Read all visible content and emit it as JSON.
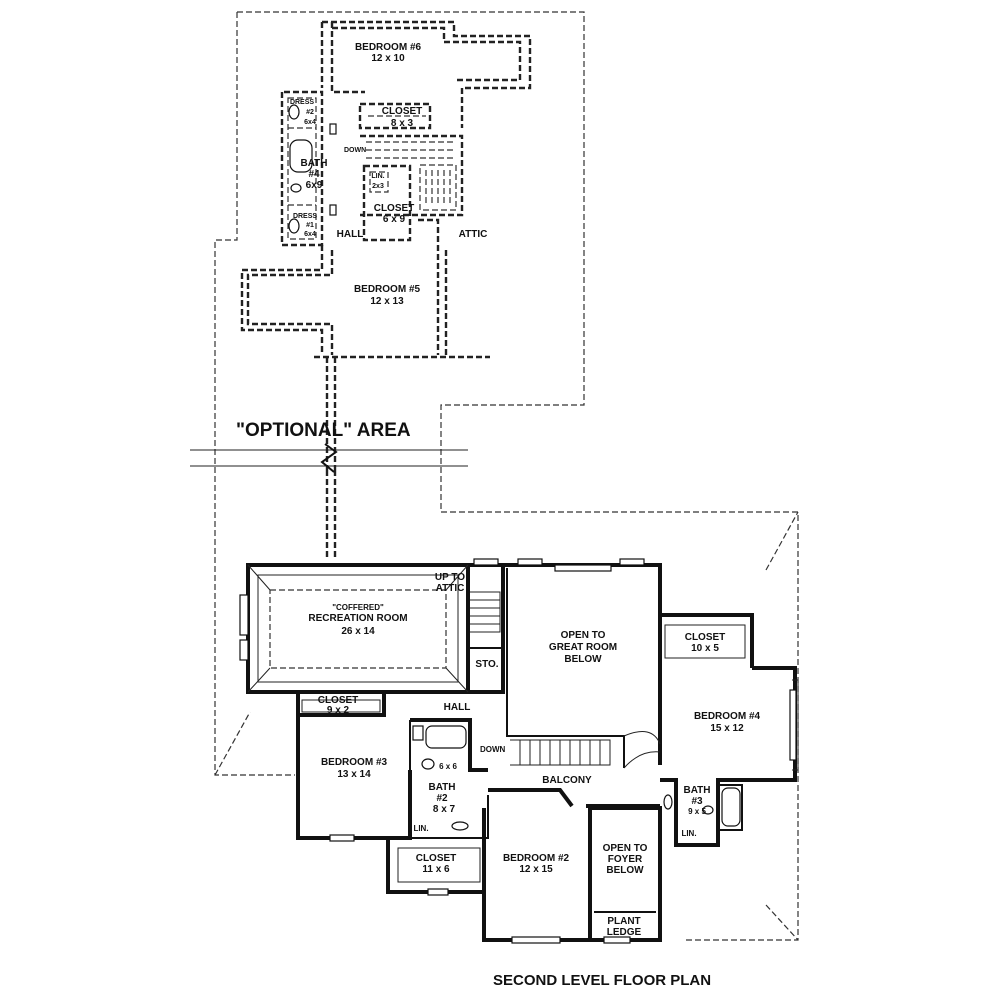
{
  "plan_title": "SECOND LEVEL FLOOR PLAN",
  "optional_label": "\"OPTIONAL\" AREA",
  "optional_area": {
    "bedroom6": {
      "name": "BEDROOM #6",
      "size": "12 x 10"
    },
    "dress2": {
      "name": "DRESS",
      "num": "#2",
      "size": "6x4"
    },
    "closet_top": {
      "name": "CLOSET",
      "size": "8 x 3"
    },
    "down": "DOWN",
    "bath4": {
      "name": "BATH",
      "num": "#4",
      "size": "6x9"
    },
    "lin": {
      "name": "LIN.",
      "size": "2x3"
    },
    "closet_mid": {
      "name": "CLOSET",
      "size": "6 x 9"
    },
    "dress1": {
      "name": "DRESS",
      "num": "#1",
      "size": "6x4"
    },
    "hall": "HALL",
    "attic": "ATTIC",
    "bedroom5": {
      "name": "BEDROOM #5",
      "size": "12 x 13"
    }
  },
  "main_floor": {
    "up_to_attic": {
      "line1": "UP TO",
      "line2": "ATTIC"
    },
    "recreation": {
      "line1": "\"COFFERED\"",
      "line2": "RECREATION ROOM",
      "size": "26 x 14"
    },
    "sto": "STO.",
    "great_room": {
      "line1": "OPEN TO",
      "line2": "GREAT ROOM",
      "line3": "BELOW"
    },
    "closet_9x2": {
      "name": "CLOSET",
      "size": "9 x 2"
    },
    "hall": "HALL",
    "closet_10x5": {
      "name": "CLOSET",
      "size": "10 x 5"
    },
    "bedroom4": {
      "name": "BEDROOM #4",
      "size": "15 x 12"
    },
    "bedroom3": {
      "name": "BEDROOM #3",
      "size": "13 x 14"
    },
    "down": "DOWN",
    "balcony": "BALCONY",
    "bath2": {
      "line1": "BATH",
      "line2": "#2",
      "size": "8 x 7",
      "tub": "6 x 6"
    },
    "bath3": {
      "line1": "BATH",
      "line2": "#3",
      "size": "9 x 5"
    },
    "lin_left": "LIN.",
    "lin_right": "LIN.",
    "closet_11x6": {
      "name": "CLOSET",
      "size": "11 x 6"
    },
    "bedroom2": {
      "name": "BEDROOM #2",
      "size": "12 x 15"
    },
    "foyer": {
      "line1": "OPEN TO",
      "line2": "FOYER",
      "line3": "BELOW"
    },
    "plant_ledge": {
      "line1": "PLANT",
      "line2": "LEDGE"
    }
  }
}
